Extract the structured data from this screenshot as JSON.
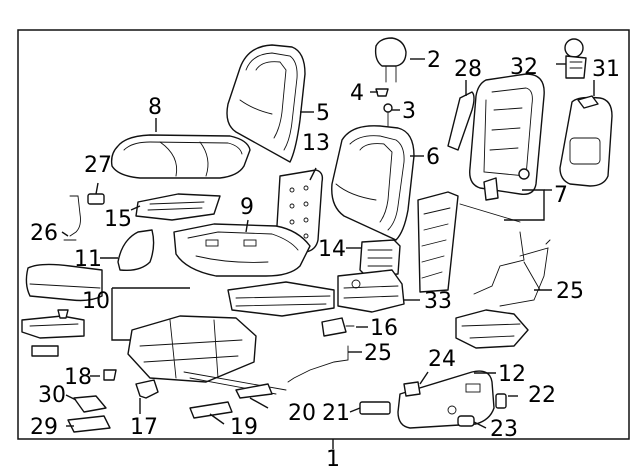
{
  "diagram": {
    "assembly_callout": "1",
    "callouts": [
      "2",
      "3",
      "4",
      "5",
      "6",
      "7",
      "8",
      "9",
      "10",
      "11",
      "12",
      "13",
      "14",
      "15",
      "16",
      "17",
      "18",
      "19",
      "20",
      "21",
      "22",
      "23",
      "24",
      "25",
      "25",
      "26",
      "27",
      "28",
      "29",
      "30",
      "31",
      "32",
      "33"
    ]
  }
}
